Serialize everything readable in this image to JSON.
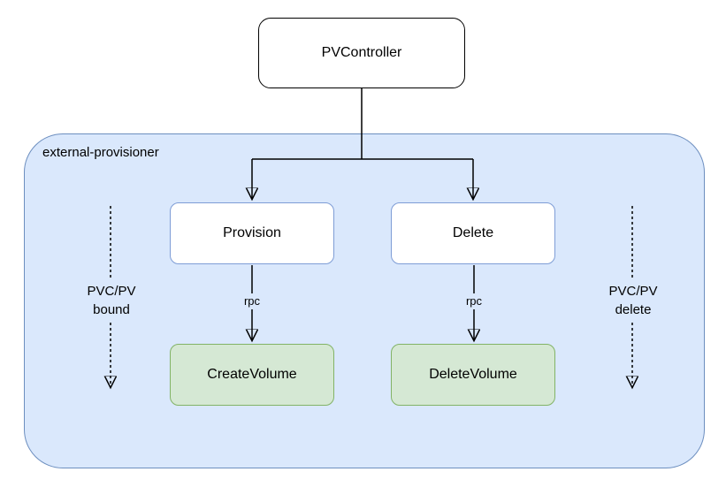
{
  "colors": {
    "container_fill": "#dae8fc",
    "container_border": "#6c8ebf",
    "node_border_blue": "#7e9dd6",
    "green_fill": "#d5e8d4",
    "green_border": "#82b366",
    "line_color": "#000000",
    "canvas_bg": "#ffffff"
  },
  "container": {
    "label": "external-provisioner"
  },
  "nodes": {
    "pv_controller": {
      "label": "PVController"
    },
    "provision": {
      "label": "Provision"
    },
    "delete": {
      "label": "Delete"
    },
    "create_volume": {
      "label": "CreateVolume"
    },
    "delete_volume": {
      "label": "DeleteVolume"
    }
  },
  "edges": {
    "provision_rpc": {
      "label": "rpc"
    },
    "delete_rpc": {
      "label": "rpc"
    },
    "pvc_bound": {
      "line1": "PVC/PV",
      "line2": "bound"
    },
    "pvc_delete": {
      "line1": "PVC/PV",
      "line2": "delete"
    }
  }
}
